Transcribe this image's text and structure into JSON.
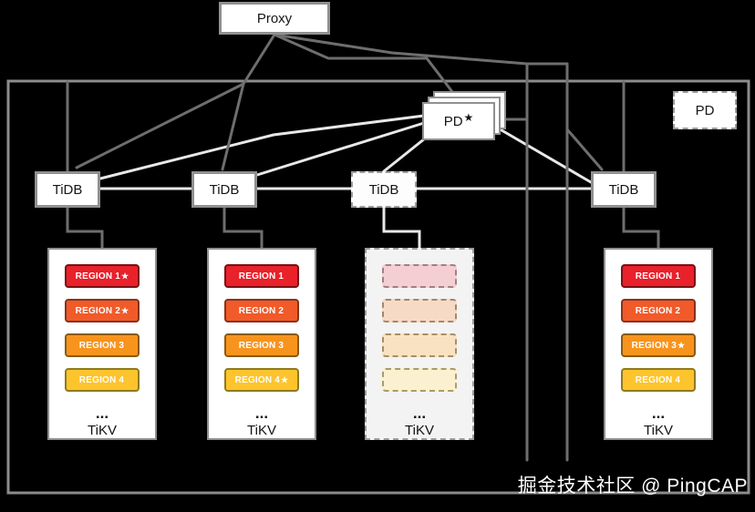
{
  "diagram": {
    "proxy": {
      "label": "Proxy"
    },
    "pd_cluster": {
      "label": "PD",
      "star": "★"
    },
    "pd_spare": {
      "label": "PD"
    },
    "tidb_nodes": [
      {
        "label": "TiDB"
      },
      {
        "label": "TiDB"
      },
      {
        "label": "TiDB"
      },
      {
        "label": "TiDB"
      }
    ],
    "tikv_nodes": [
      {
        "label": "TiKV",
        "ellipsis": "...",
        "regions": [
          {
            "label": "REGION 1",
            "star": "★",
            "bg": "#e8212b",
            "border": "#7a1115"
          },
          {
            "label": "REGION 2",
            "star": "★",
            "bg": "#f15a29",
            "border": "#87331a"
          },
          {
            "label": "REGION 3",
            "star": "",
            "bg": "#f7941e",
            "border": "#8a5a12"
          },
          {
            "label": "REGION 4",
            "star": "",
            "bg": "#fdc42d",
            "border": "#8f7a1e"
          }
        ]
      },
      {
        "label": "TiKV",
        "ellipsis": "...",
        "regions": [
          {
            "label": "REGION 1",
            "star": "",
            "bg": "#e8212b",
            "border": "#7a1115"
          },
          {
            "label": "REGION 2",
            "star": "",
            "bg": "#f15a29",
            "border": "#87331a"
          },
          {
            "label": "REGION 3",
            "star": "",
            "bg": "#f7941e",
            "border": "#8a5a12"
          },
          {
            "label": "REGION 4",
            "star": "★",
            "bg": "#fdc42d",
            "border": "#8f7a1e"
          }
        ]
      },
      {
        "label": "TiKV",
        "ellipsis": "...",
        "regions": [
          {
            "label": "",
            "star": "",
            "bg": "#f4ced2",
            "border": "#a08084"
          },
          {
            "label": "",
            "star": "",
            "bg": "#f7dac6",
            "border": "#a4876f"
          },
          {
            "label": "",
            "star": "",
            "bg": "#f9e2c2",
            "border": "#a88f68"
          },
          {
            "label": "",
            "star": "",
            "bg": "#fbf0cf",
            "border": "#a89c6d"
          }
        ]
      },
      {
        "label": "TiKV",
        "ellipsis": "...",
        "regions": [
          {
            "label": "REGION 1",
            "star": "",
            "bg": "#e8212b",
            "border": "#7a1115"
          },
          {
            "label": "REGION 2",
            "star": "",
            "bg": "#f15a29",
            "border": "#87331a"
          },
          {
            "label": "REGION 3",
            "star": "★",
            "bg": "#f7941e",
            "border": "#8a5a12"
          },
          {
            "label": "REGION 4",
            "star": "",
            "bg": "#fdc42d",
            "border": "#8f7a1e"
          }
        ]
      }
    ],
    "footer": {
      "credit": "掘金技术社区 @ PingCAP"
    },
    "colors": {
      "background": "#000000",
      "line_dark": "#6e6e6e",
      "line_light": "#e8e8e8",
      "boundary": "#8c8c8c",
      "box_border": "#909090"
    }
  }
}
